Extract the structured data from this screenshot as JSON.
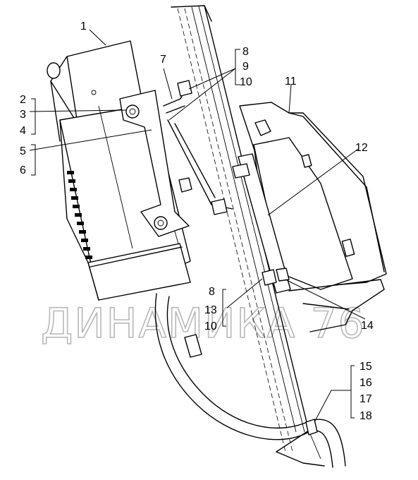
{
  "callouts": {
    "c1": "1",
    "c2": "2",
    "c3": "3",
    "c4": "4",
    "c5": "5",
    "c6": "6",
    "c7": "7",
    "c8a": "8",
    "c9": "9",
    "c10a": "10",
    "c11": "11",
    "c12": "12",
    "c8b": "8",
    "c13": "13",
    "c10b": "10",
    "c14": "14",
    "c15": "15",
    "c16": "16",
    "c17": "17",
    "c18": "18"
  },
  "watermark": "ДИНАМИКА 76"
}
